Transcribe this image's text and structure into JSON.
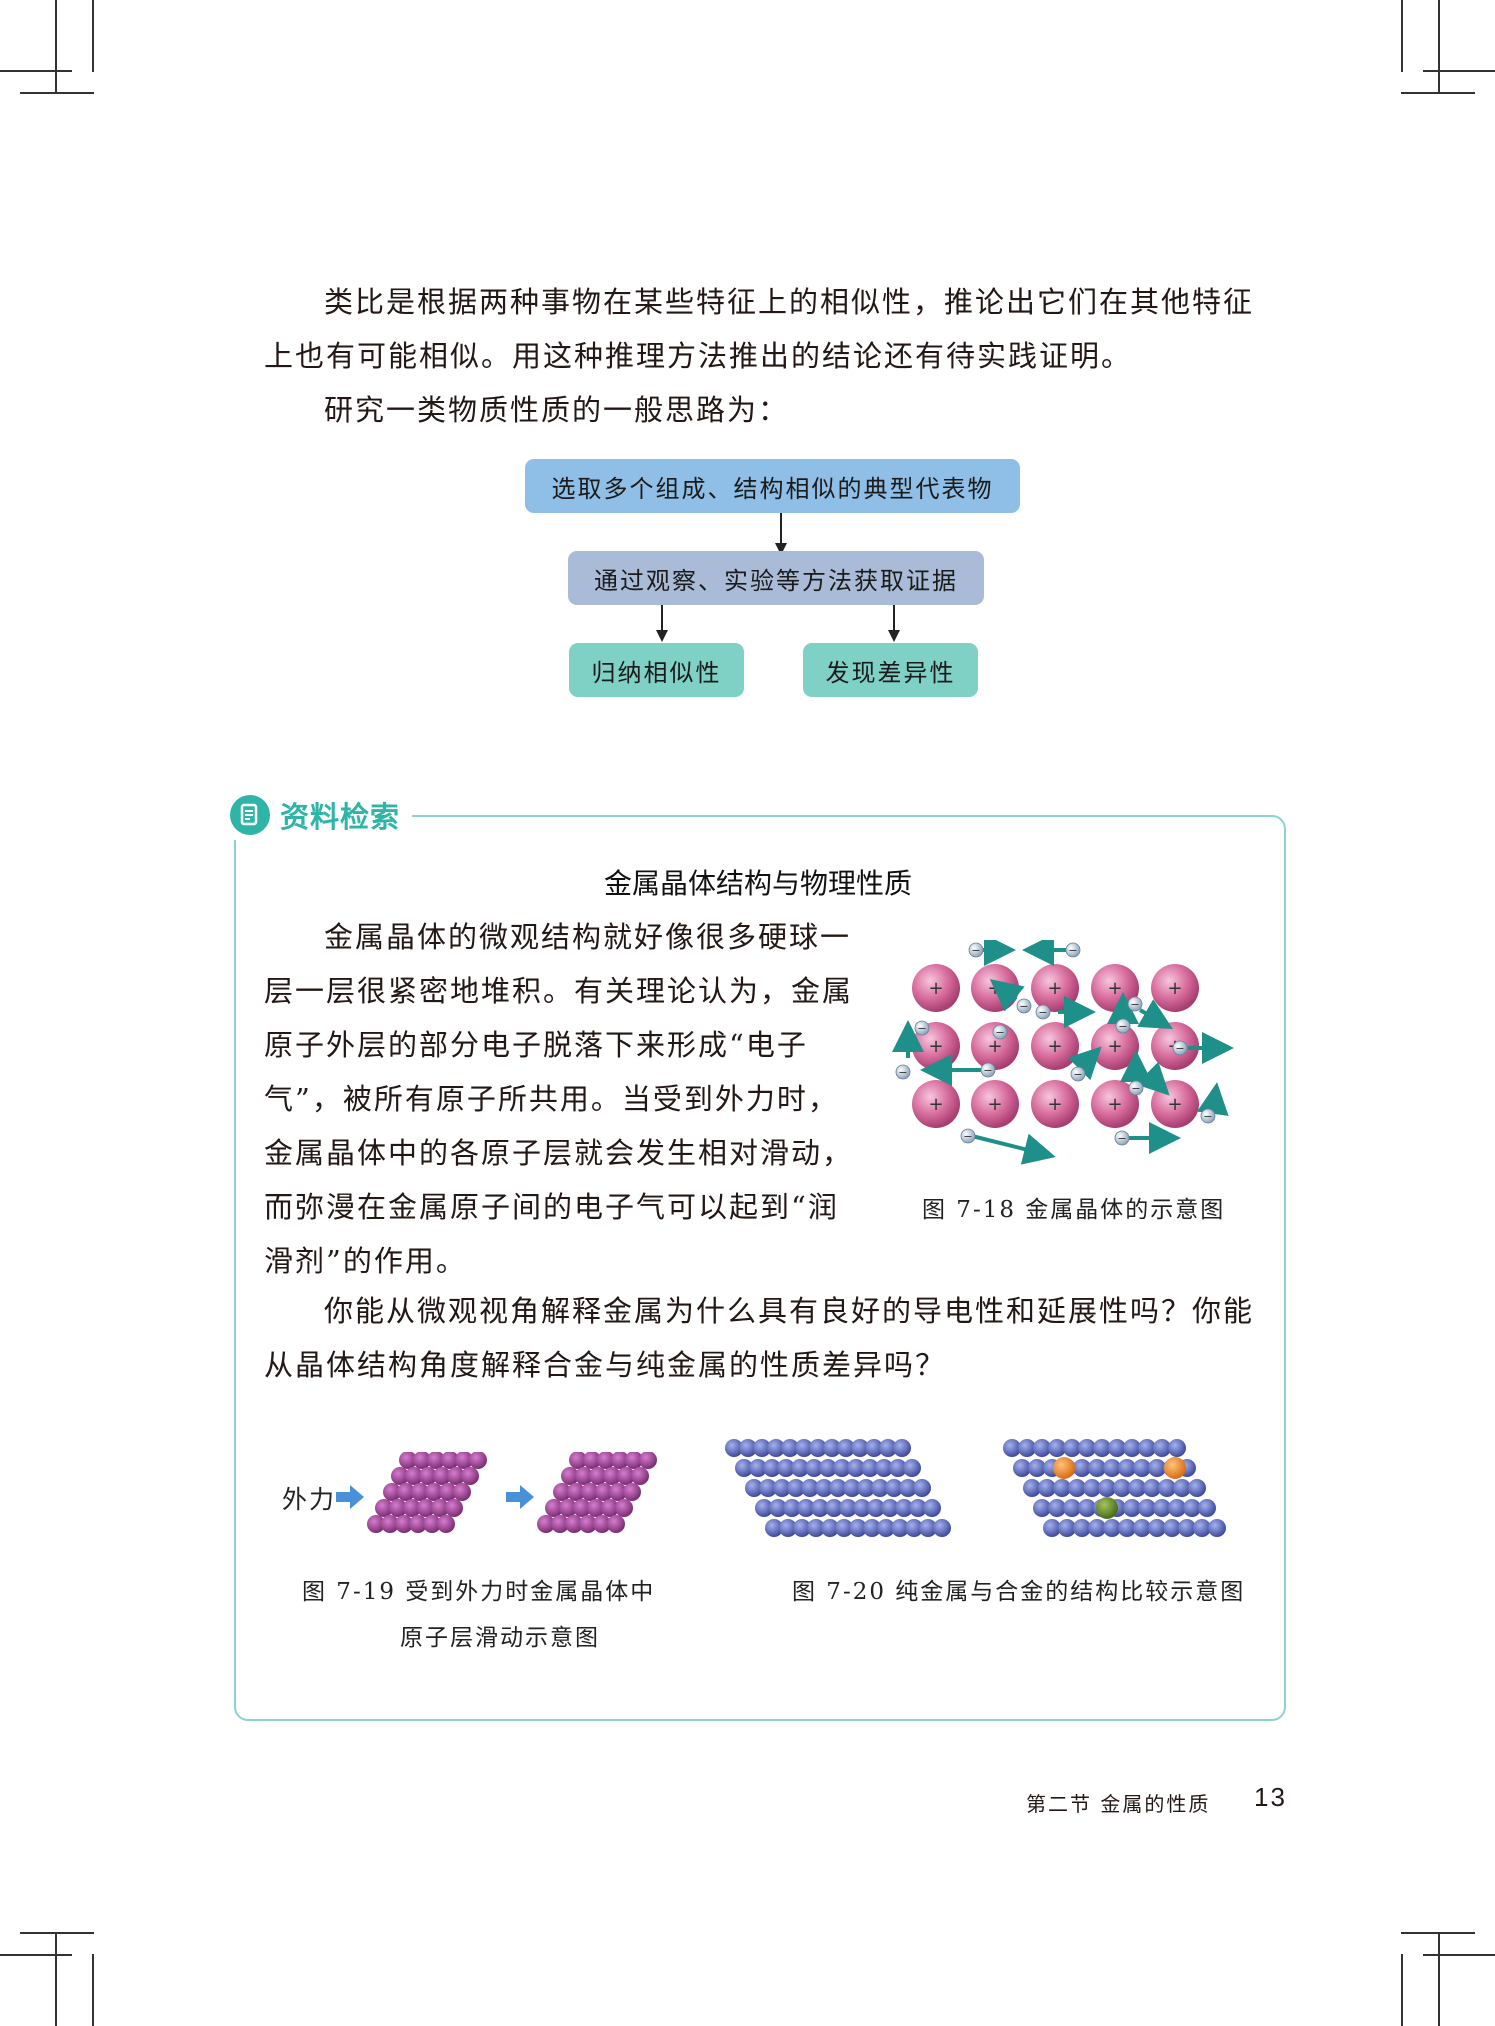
{
  "paragraphs": {
    "analogy": "类比是根据两种事物在某些特征上的相似性，推论出它们在其他特征上也有可能相似。用这种推理方法推出的结论还有待实践证明。",
    "approach": "研究一类物质性质的一般思路为："
  },
  "flowchart": {
    "step1": "选取多个组成、结构相似的典型代表物",
    "step2": "通过观察、实验等方法获取证据",
    "step3a": "归纳相似性",
    "step3b": "发现差异性",
    "colors": {
      "step1": "#8fbfe6",
      "step2": "#a9bbd6",
      "step3": "#7fd0c5"
    }
  },
  "resource_box": {
    "label": "资料检索",
    "title": "金属晶体结构与物理性质",
    "body": "金属晶体的微观结构就好像很多硬球一层一层很紧密地堆积。有关理论认为，金属原子外层的部分电子脱落下来形成“电子气”，被所有原子所共用。当受到外力时，金属晶体中的各原子层就会发生相对滑动，而弥漫在金属原子间的电子气可以起到“润滑剂”的作用。",
    "question": "你能从微观视角解释金属为什么具有良好的导电性和延展性吗？你能从晶体结构角度解释合金与纯金属的性质差异吗？",
    "accent_color": "#2fb5a8"
  },
  "figures": {
    "fig_7_18": {
      "caption": "图 7-18  金属晶体的示意图",
      "ion_symbol": "+",
      "electron_symbol": "−"
    },
    "fig_7_19": {
      "force_label": "外力",
      "caption_line1": "图 7-19  受到外力时金属晶体中",
      "caption_line2": "原子层滑动示意图"
    },
    "fig_7_20": {
      "caption": "图 7-20  纯金属与合金的结构比较示意图"
    }
  },
  "footer": {
    "section": "第二节  金属的性质",
    "page_number": "13"
  }
}
